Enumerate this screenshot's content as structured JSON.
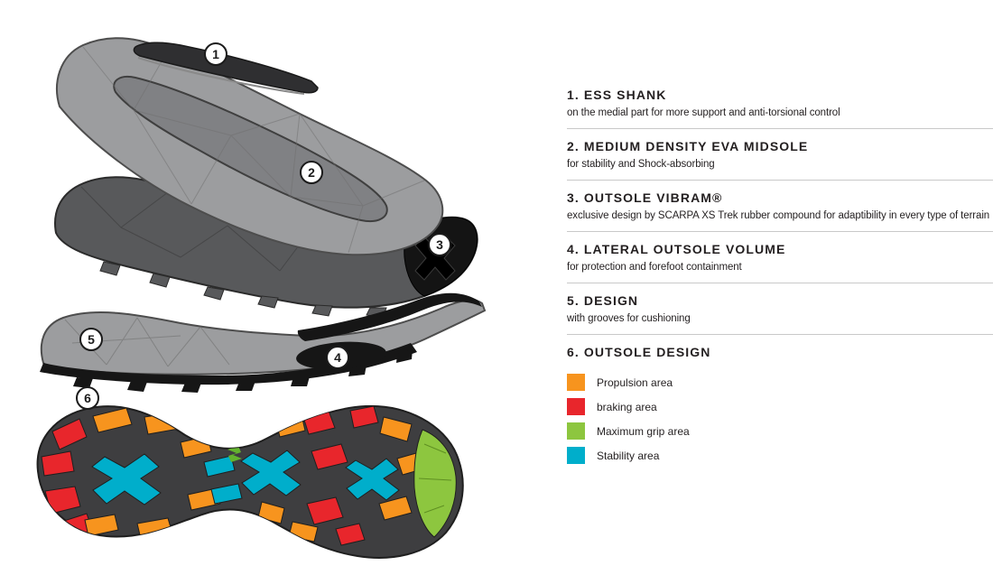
{
  "diagram": {
    "callouts": [
      {
        "n": "1"
      },
      {
        "n": "2"
      },
      {
        "n": "3"
      },
      {
        "n": "4"
      },
      {
        "n": "5"
      },
      {
        "n": "6"
      }
    ]
  },
  "legend": {
    "sections": [
      {
        "title": "1. ESS SHANK",
        "description": "on the medial part for more support and anti-torsional control"
      },
      {
        "title": "2. MEDIUM DENSITY EVA MIDSOLE",
        "description": "for stability and Shock-absorbing"
      },
      {
        "title": "3. OUTSOLE VIBRAM®",
        "description": "exclusive design by SCARPA XS Trek rubber compound for adaptibility in every type of terrain"
      },
      {
        "title": "4. LATERAL OUTSOLE VOLUME",
        "description": "for protection and forefoot containment"
      },
      {
        "title": "5. DESIGN",
        "description": "with grooves for cushioning"
      },
      {
        "title": "6. OUTSOLE DESIGN",
        "description": ""
      }
    ],
    "swatches": [
      {
        "label": "Propulsion area",
        "color": "#F7941E"
      },
      {
        "label": "braking area",
        "color": "#E8262C"
      },
      {
        "label": "Maximum grip area",
        "color": "#8DC63F"
      },
      {
        "label": "Stability area",
        "color": "#00AECB"
      }
    ]
  }
}
